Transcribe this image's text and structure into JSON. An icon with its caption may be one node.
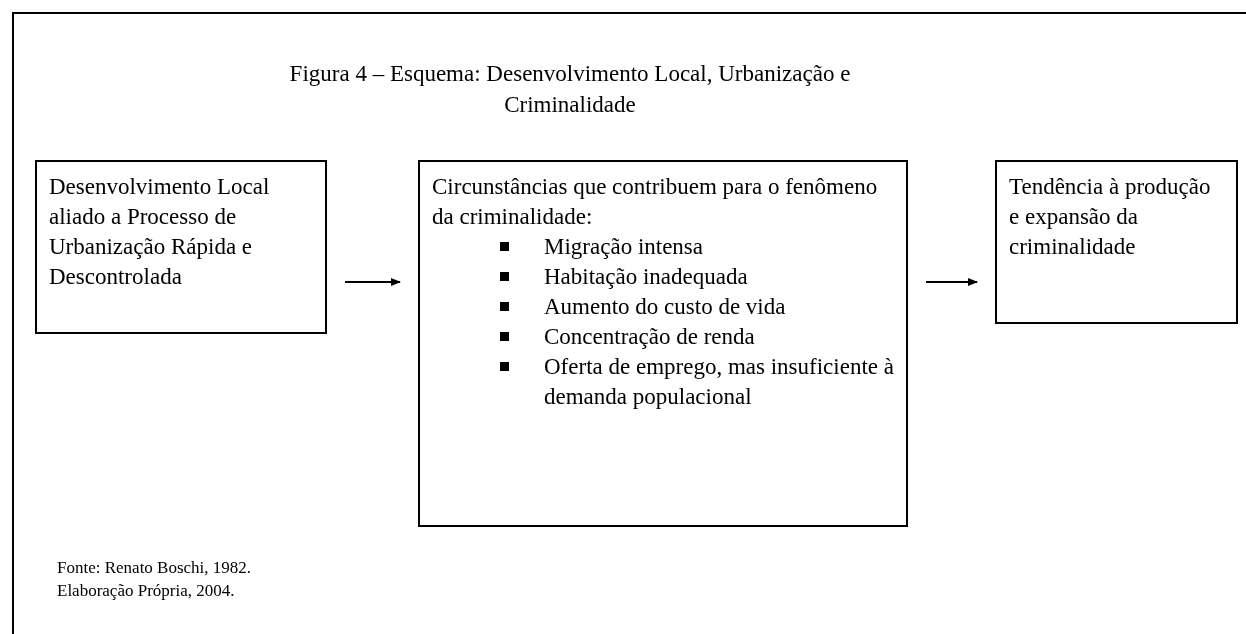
{
  "diagram": {
    "title": "Figura 4 – Esquema: Desenvolvimento Local, Urbanização e Criminalidade",
    "nodes": [
      {
        "text": [
          "Desenvolvimento Local aliado a Processo de Urbanização Rápida e Descontrolada"
        ]
      },
      {
        "text": [
          "Circunstâncias que contribuem para o fenômeno da criminalidade:",
          "Migração intensa",
          "Habitação inadequada",
          "Aumento do custo de vida",
          "Concentração de renda",
          "Oferta de emprego, mas insuficiente à demanda populacional"
        ]
      },
      {
        "text": [
          "Tendência à produção e expansão da criminalidade"
        ]
      }
    ],
    "edges": [
      {
        "from": 0,
        "to": 1,
        "arrow": "to"
      },
      {
        "from": 1,
        "to": 2,
        "arrow": "to"
      }
    ],
    "labels": [
      "Fonte: Renato Boschi, 1982.",
      "Elaboração Própria, 2004."
    ]
  }
}
